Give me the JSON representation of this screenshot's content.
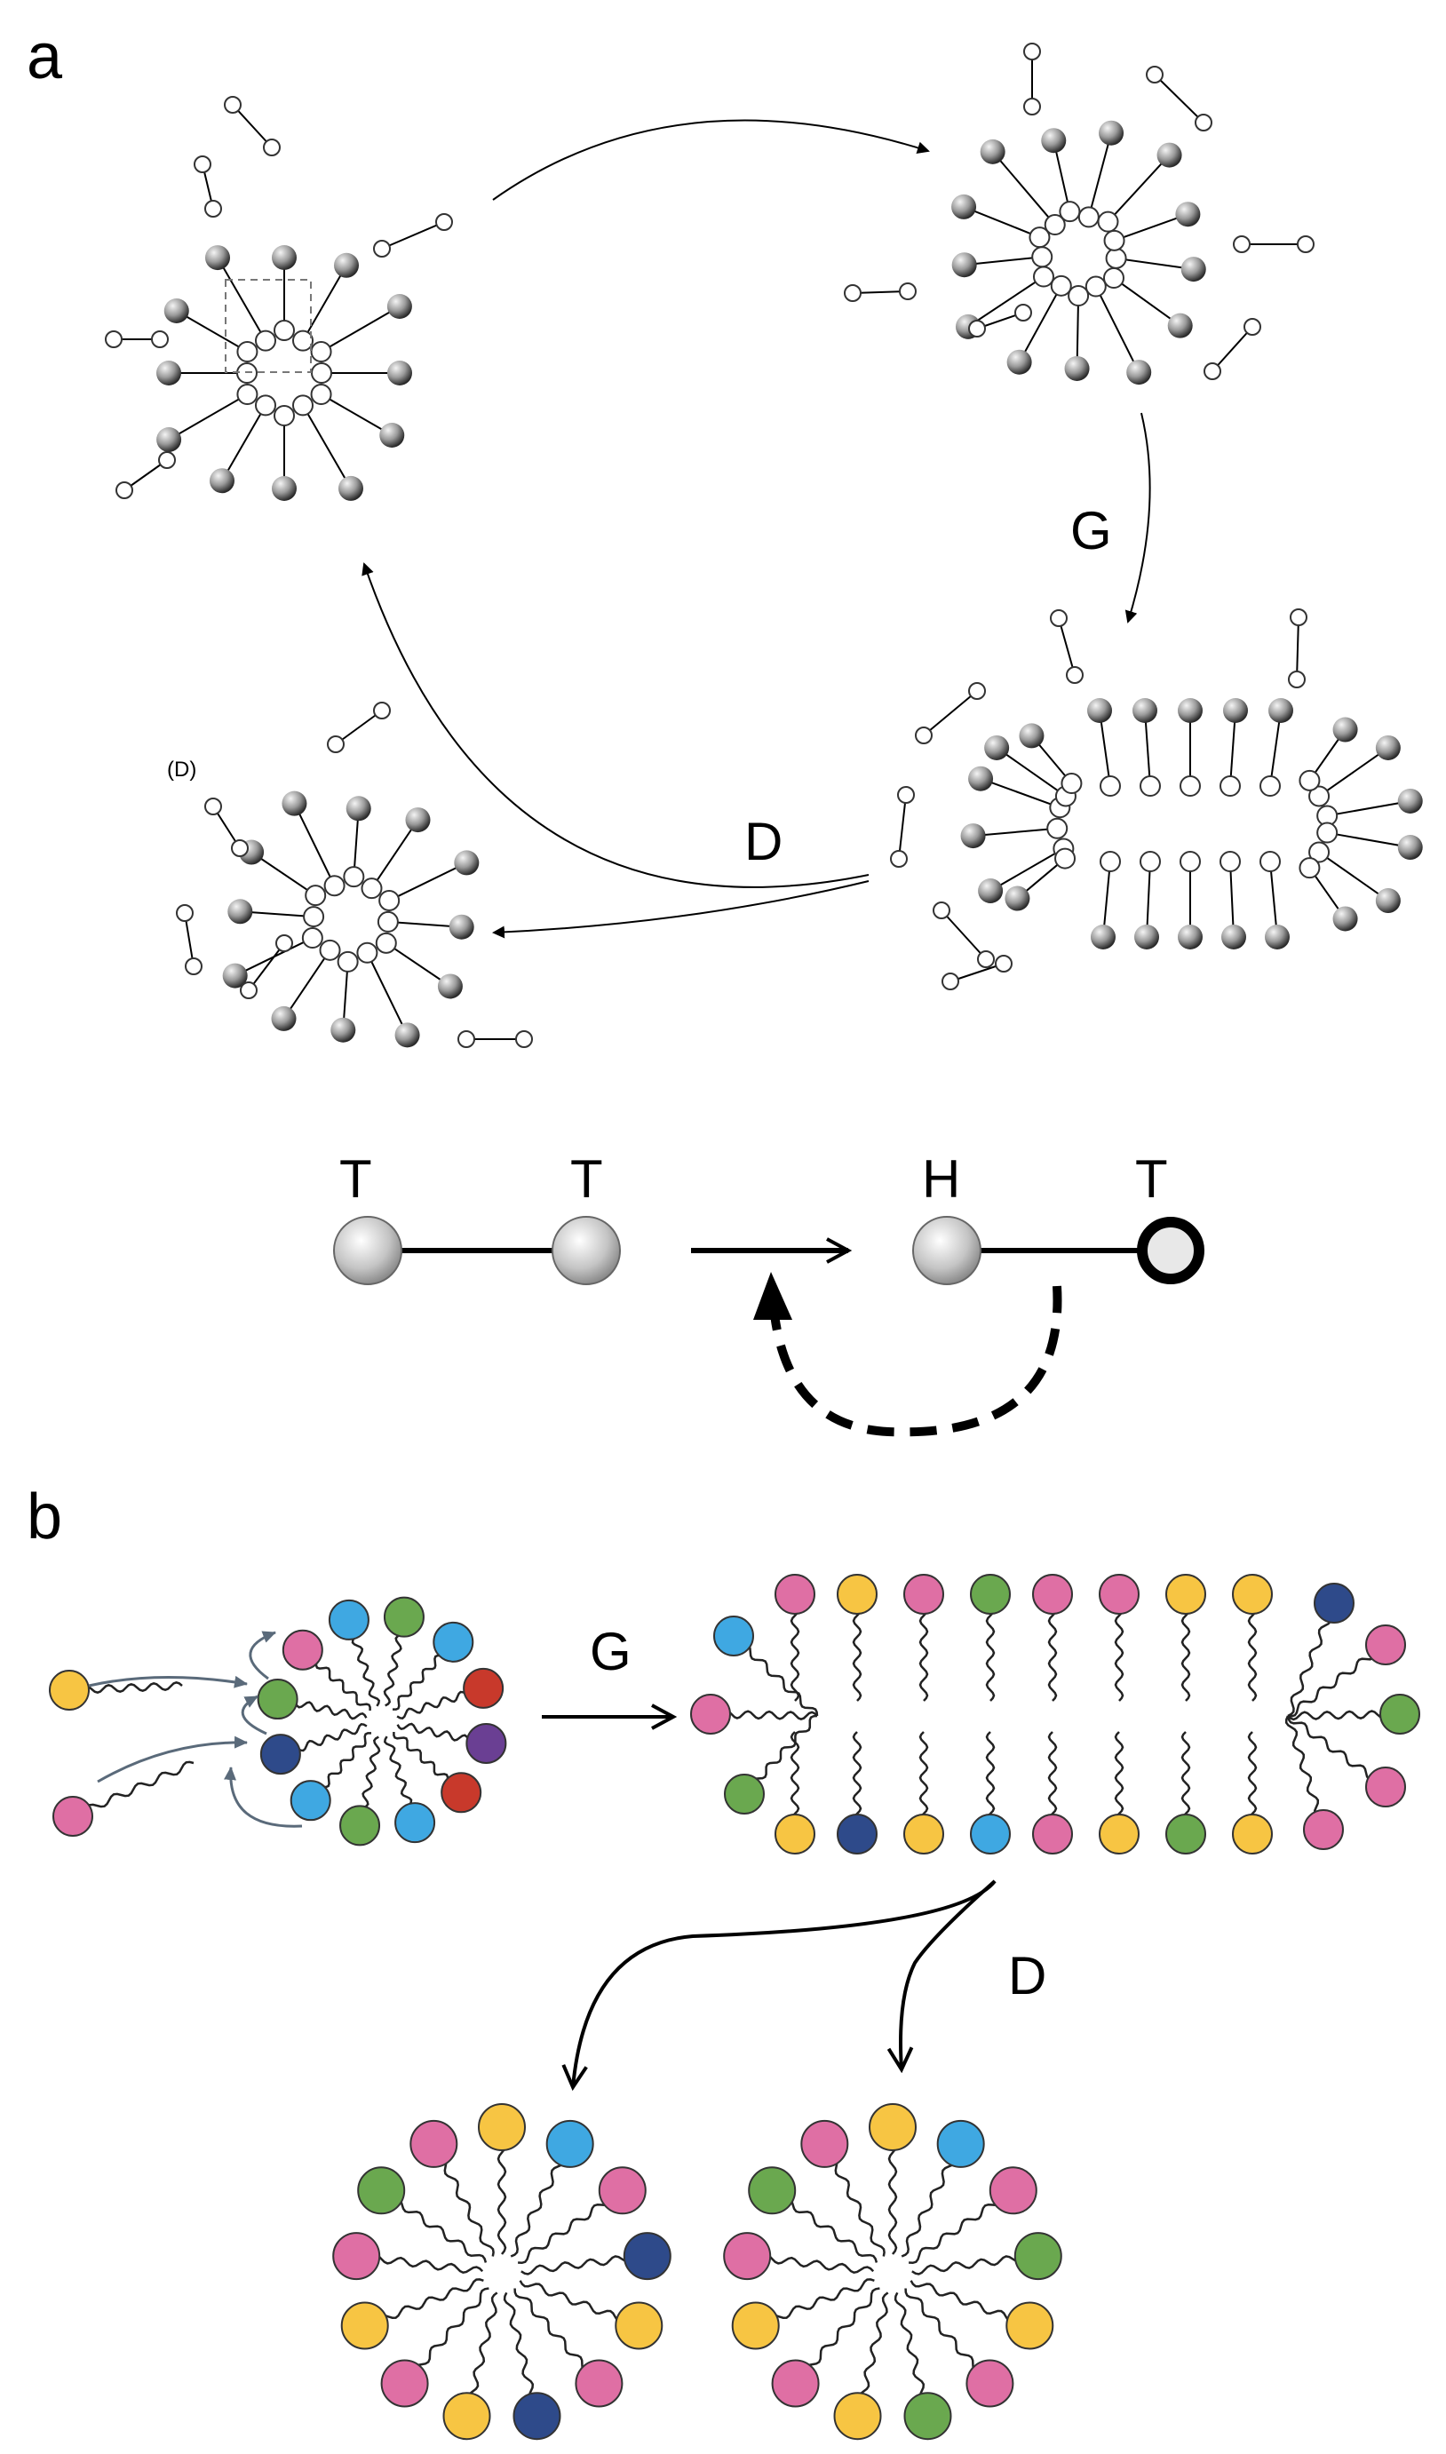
{
  "panel_a": {
    "letter": "a",
    "label_g": "G",
    "label_d": "D",
    "label_d_small": "(D)",
    "label_t_left": "T",
    "label_t_mid": "T",
    "label_h": "H",
    "label_t_right": "T"
  },
  "panel_b": {
    "letter": "b",
    "label_g": "G",
    "label_d": "D"
  },
  "colors": {
    "pink": "#df6fa4",
    "yellow": "#f7c543",
    "blue": "#3fa8e2",
    "green": "#6aa84f",
    "navy": "#2e4a8a",
    "red": "#c8392b",
    "purple": "#6a3f93",
    "gray": "#9a9a9a",
    "arrow_gray": "#5a6a7a"
  }
}
